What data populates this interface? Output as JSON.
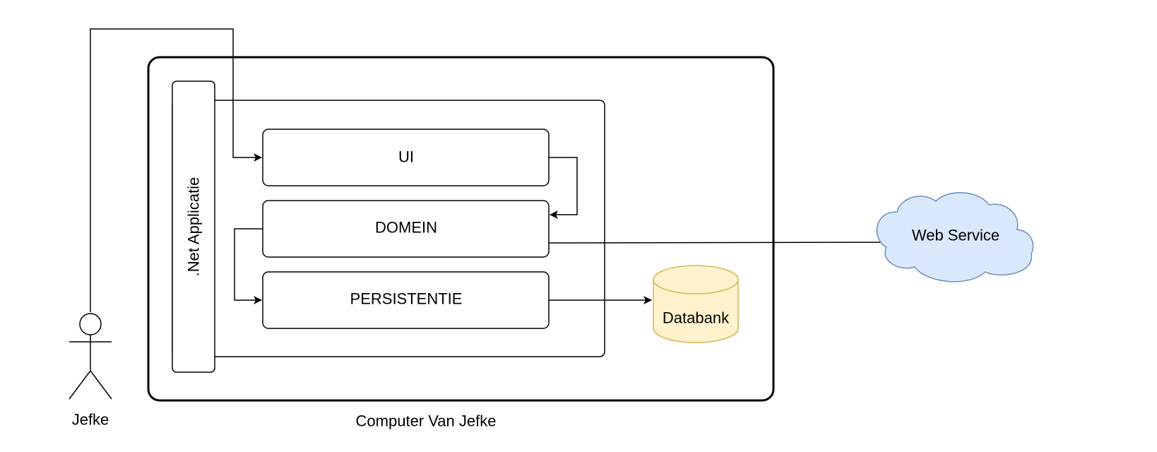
{
  "actor": {
    "label": "Jefke"
  },
  "computer": {
    "label": "Computer Van Jefke"
  },
  "application": {
    "label": ".Net Applicatie"
  },
  "layers": {
    "ui": "UI",
    "domain": "DOMEIN",
    "persistence": "PERSISTENTIE"
  },
  "database": {
    "label": "Databank",
    "fill": "#fff2cc",
    "stroke": "#d6b656"
  },
  "web_service": {
    "label": "Web Service",
    "fill": "#dae8fc",
    "stroke": "#6c8ebf"
  }
}
